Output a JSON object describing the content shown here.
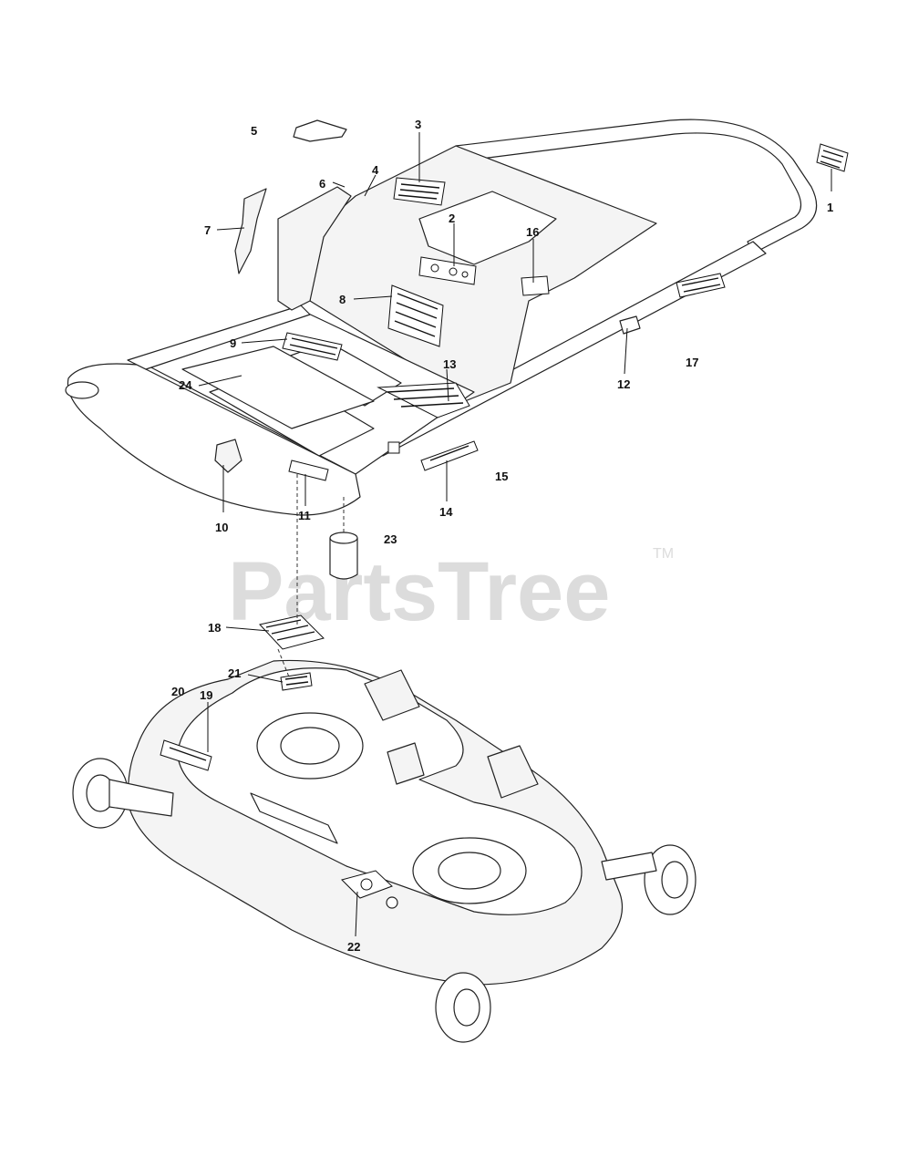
{
  "watermark": {
    "text": "PartsTree",
    "tm": "TM"
  },
  "callouts": [
    {
      "id": "c1",
      "label": "1"
    },
    {
      "id": "c2",
      "label": "2"
    },
    {
      "id": "c3",
      "label": "3"
    },
    {
      "id": "c4",
      "label": "4"
    },
    {
      "id": "c5",
      "label": "5"
    },
    {
      "id": "c6",
      "label": "6"
    },
    {
      "id": "c7",
      "label": "7"
    },
    {
      "id": "c8",
      "label": "8"
    },
    {
      "id": "c9",
      "label": "9"
    },
    {
      "id": "c10",
      "label": "10"
    },
    {
      "id": "c11",
      "label": "11"
    },
    {
      "id": "c12",
      "label": "12"
    },
    {
      "id": "c13",
      "label": "13"
    },
    {
      "id": "c14",
      "label": "14"
    },
    {
      "id": "c15",
      "label": "15"
    },
    {
      "id": "c16",
      "label": "16"
    },
    {
      "id": "c17",
      "label": "17"
    },
    {
      "id": "c18",
      "label": "18"
    },
    {
      "id": "c19",
      "label": "19"
    },
    {
      "id": "c20",
      "label": "20"
    },
    {
      "id": "c21",
      "label": "21"
    },
    {
      "id": "c22",
      "label": "22"
    },
    {
      "id": "c23",
      "label": "23"
    },
    {
      "id": "c24",
      "label": "24"
    }
  ]
}
